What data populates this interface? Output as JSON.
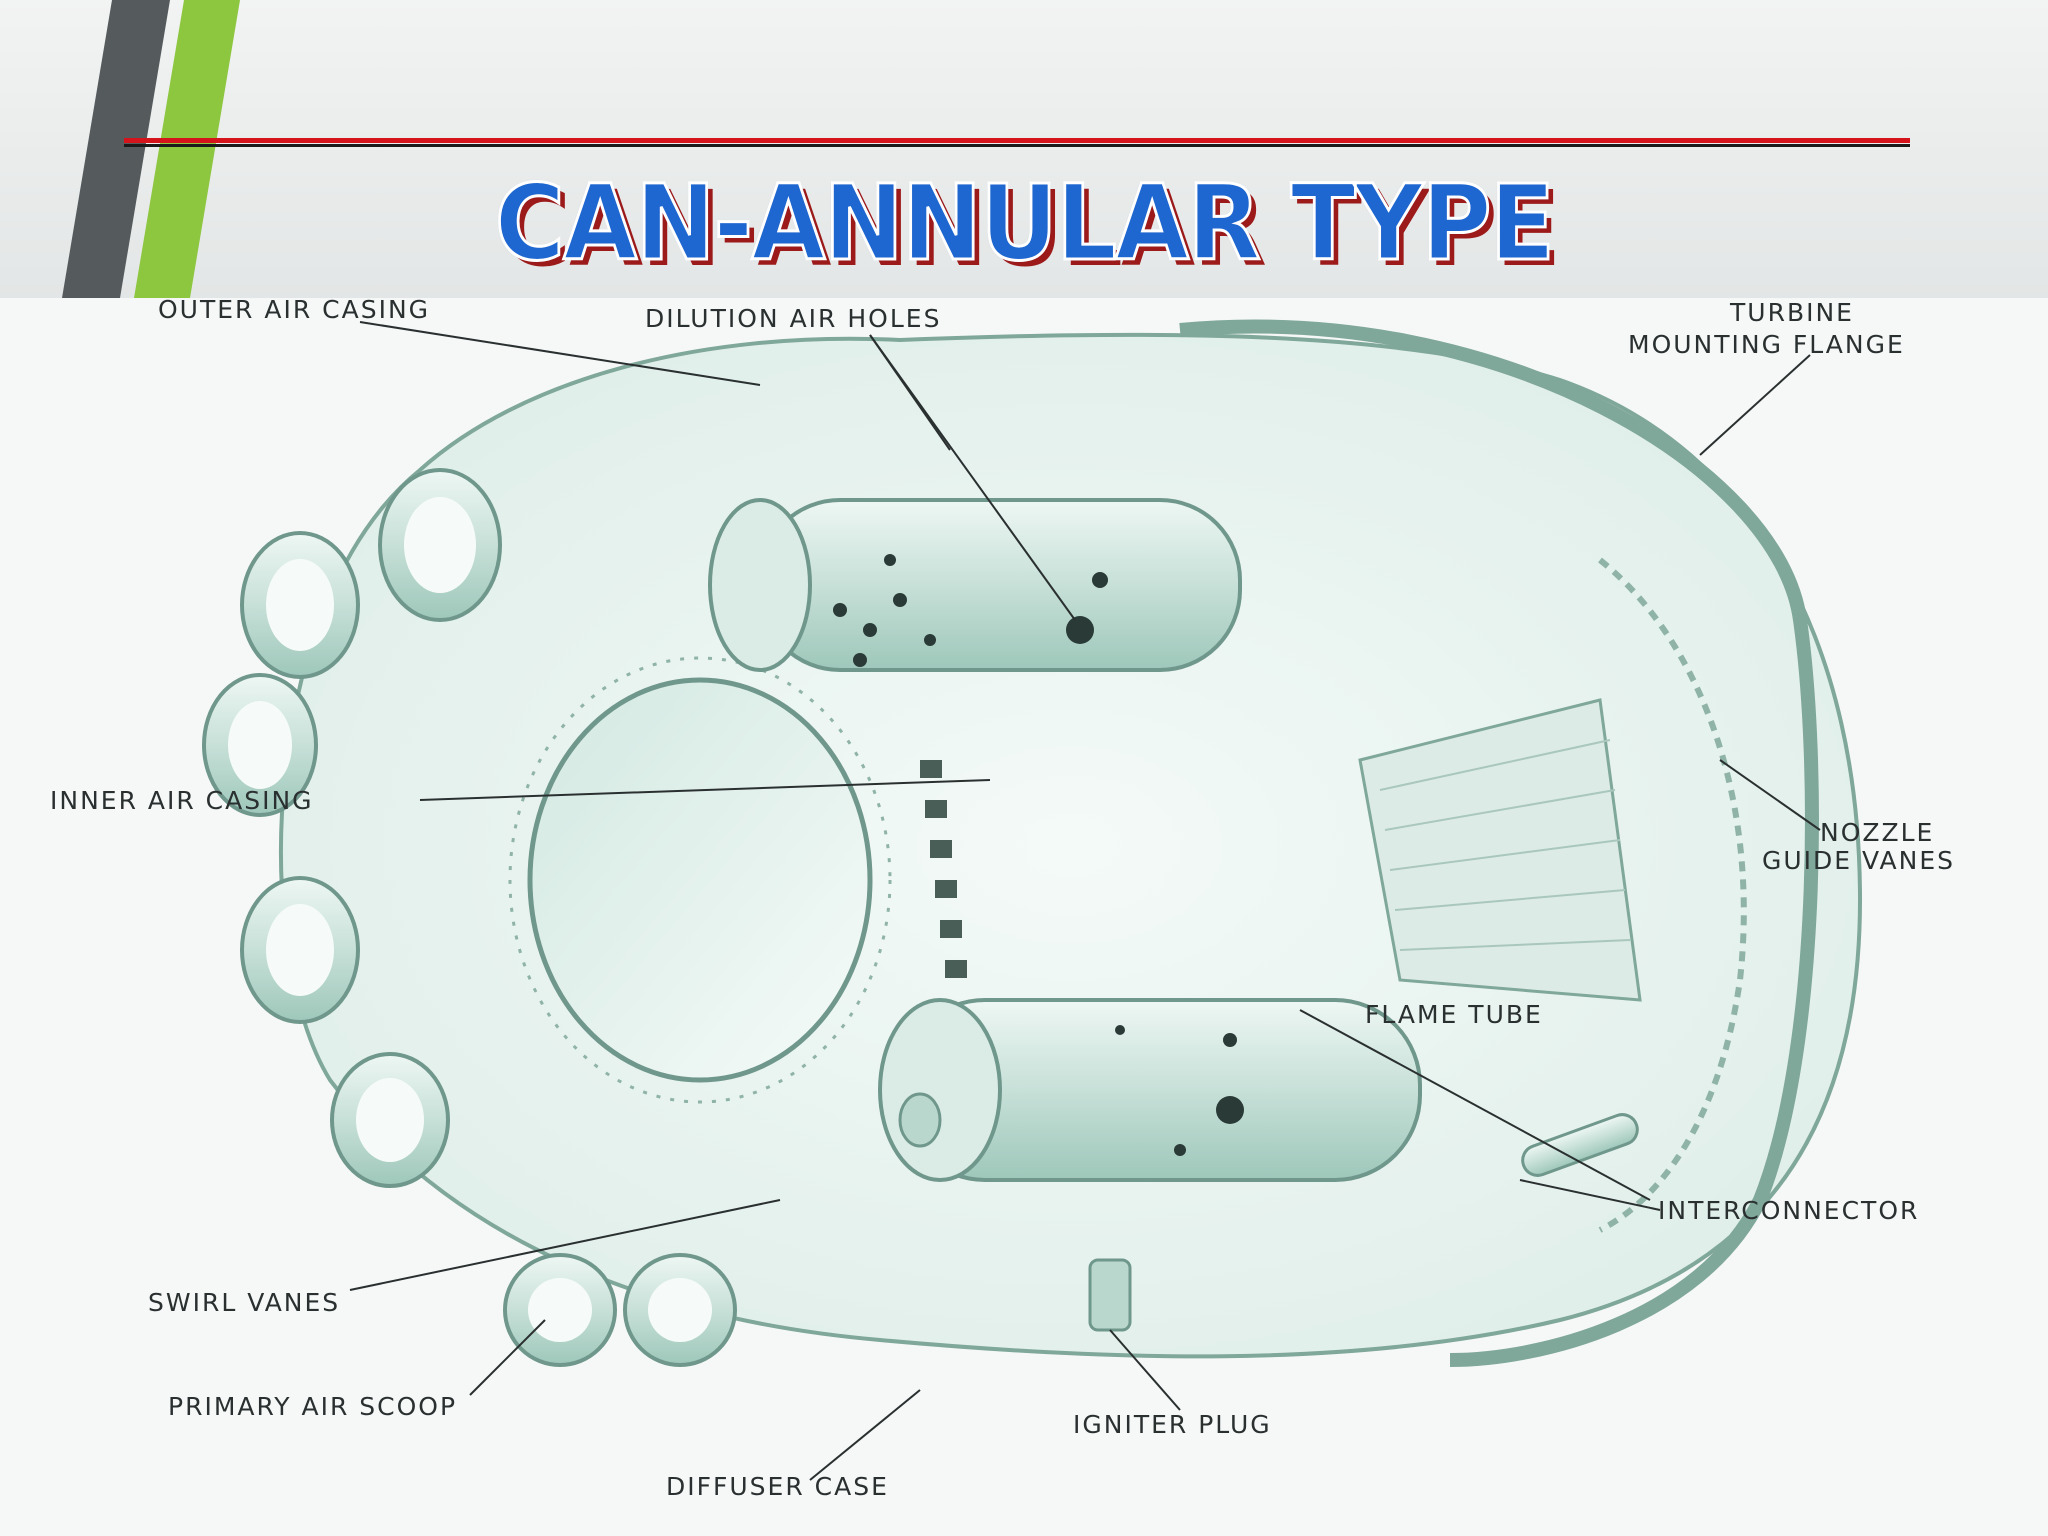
{
  "title": "CAN-ANNULAR TYPE",
  "labels": {
    "outer_air_casing": "OUTER AIR CASING",
    "dilution_air_holes": "DILUTION AIR HOLES",
    "turbine_mounting_flange_1": "TURBINE",
    "turbine_mounting_flange_2": "MOUNTING FLANGE",
    "inner_air_casing": "INNER AIR CASING",
    "nozzle_guide_vanes_1": "NOZZLE",
    "nozzle_guide_vanes_2": "GUIDE VANES",
    "flame_tube": "FLAME TUBE",
    "interconnector": "INTERCONNECTOR",
    "swirl_vanes": "SWIRL VANES",
    "primary_air_scoop": "PRIMARY AIR SCOOP",
    "igniter_plug": "IGNITER PLUG",
    "diffuser_case": "DIFFUSER CASE"
  },
  "colors": {
    "title_fill": "#1e66d0",
    "title_shadow": "#9c1a1a",
    "rule_red": "#d4141a",
    "accent_green": "#8dc63f",
    "accent_gray": "#555a5c",
    "drawing_tint": "#cfe3dc"
  }
}
